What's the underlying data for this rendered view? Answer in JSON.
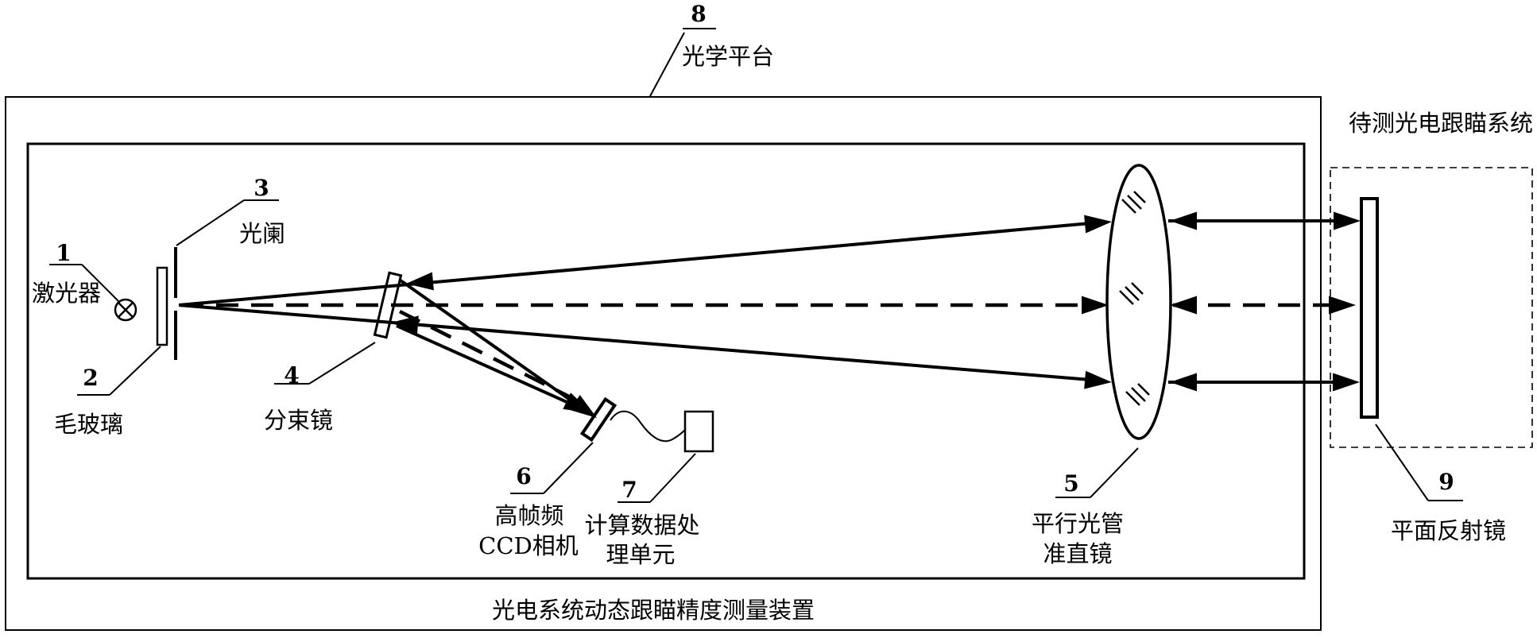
{
  "labels": {
    "laser": {
      "num": "1",
      "text": "激光器"
    },
    "ground_glass": {
      "num": "2",
      "text": "毛玻璃"
    },
    "aperture": {
      "num": "3",
      "text": "光阑"
    },
    "beam_splitter": {
      "num": "4",
      "text": "分束镜"
    },
    "collimator": {
      "num": "5",
      "text_line1": "平行光管",
      "text_line2": "准直镜"
    },
    "ccd": {
      "num": "6",
      "text_line1": "高帧频",
      "text_line2": "CCD相机"
    },
    "processor": {
      "num": "7",
      "text_line1": "计算数据处",
      "text_line2": "理单元"
    },
    "platform": {
      "num": "8",
      "text": "光学平台"
    },
    "mirror": {
      "num": "9",
      "text": "平面反射镜"
    }
  },
  "captions": {
    "system_under_test": "待测光电跟瞄系统",
    "device": "光电系统动态跟瞄精度测量装置"
  },
  "colors": {
    "line": "#000000",
    "background": "#ffffff"
  }
}
